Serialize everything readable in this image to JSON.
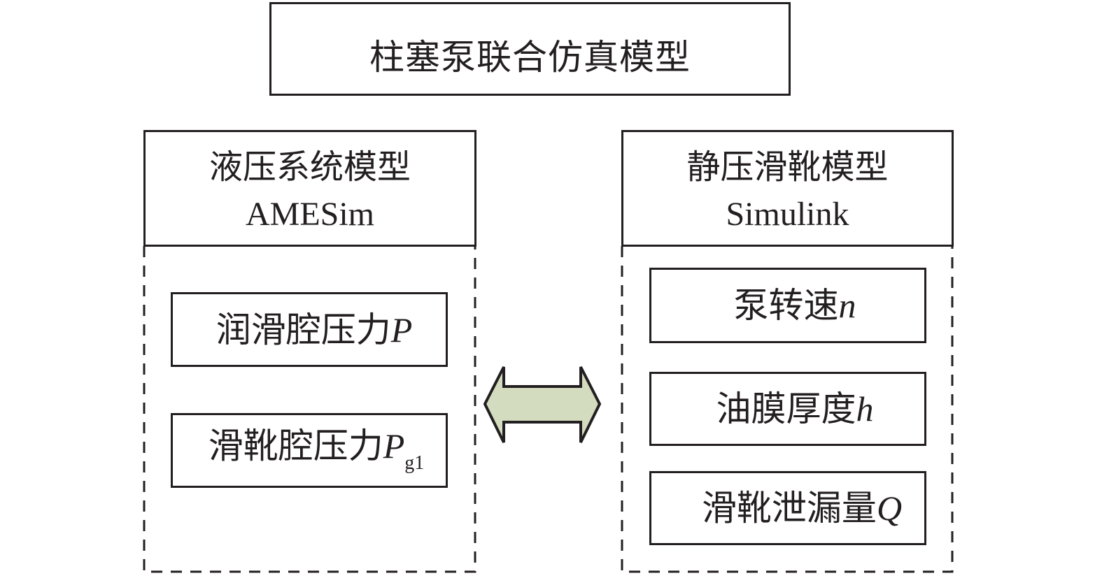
{
  "title": "柱塞泵联合仿真模型",
  "left_module": {
    "name": "液压系统模型",
    "software": "AMESim",
    "items": [
      {
        "label": "润滑腔压力",
        "var": "P",
        "sub": ""
      },
      {
        "label": "滑靴腔压力",
        "var": "P",
        "sub": "g1"
      }
    ]
  },
  "right_module": {
    "name": "静压滑靴模型",
    "software": "Simulink",
    "items": [
      {
        "label": "泵转速",
        "var": "n",
        "sub": ""
      },
      {
        "label": "油膜厚度",
        "var": "h",
        "sub": ""
      },
      {
        "label": "滑靴泄漏量",
        "var": "Q",
        "sub": ""
      }
    ]
  },
  "connector": {
    "icon": "double-headed-arrow-icon",
    "fill_color": "#d4dcc0",
    "stroke_color": "#231f20"
  }
}
